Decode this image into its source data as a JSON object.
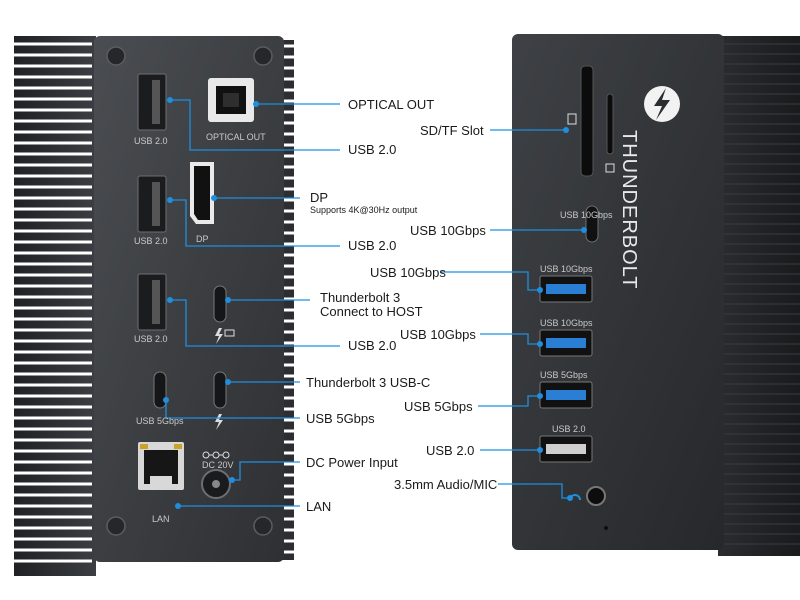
{
  "left_panel": {
    "port_labels": {
      "usb20_a": "USB 2.0",
      "usb20_b": "USB 2.0",
      "usb20_c": "USB 2.0",
      "optical": "OPTICAL OUT",
      "dp": "DP",
      "usb5": "USB 5Gbps",
      "dc": "DC 20V",
      "lan": "LAN"
    },
    "callouts": [
      {
        "id": "optical_out",
        "text": "OPTICAL OUT"
      },
      {
        "id": "usb20_1",
        "text": "USB 2.0"
      },
      {
        "id": "dp",
        "text": "DP"
      },
      {
        "id": "dp_note",
        "text": "Supports 4K@30Hz output"
      },
      {
        "id": "usb20_2",
        "text": "USB 2.0"
      },
      {
        "id": "tb3_host_1",
        "text": "Thunderbolt 3"
      },
      {
        "id": "tb3_host_2",
        "text": "Connect to HOST"
      },
      {
        "id": "usb20_3",
        "text": "USB 2.0"
      },
      {
        "id": "tb3_usbc",
        "text": "Thunderbolt 3 USB-C"
      },
      {
        "id": "usb5",
        "text": "USB 5Gbps"
      },
      {
        "id": "dc_power",
        "text": "DC Power Input"
      },
      {
        "id": "lan",
        "text": "LAN"
      }
    ]
  },
  "right_panel": {
    "brand": "THUNDERBOLT",
    "port_labels": {
      "usb_c": "USB 10Gbps",
      "usb10_a": "USB 10Gbps",
      "usb10_b": "USB 10Gbps",
      "usb5": "USB 5Gbps",
      "usb20": "USB 2.0"
    },
    "callouts": [
      {
        "id": "sd_tf",
        "text": "SD/TF Slot"
      },
      {
        "id": "usb10_c",
        "text": "USB 10Gbps"
      },
      {
        "id": "usb10_1",
        "text": "USB 10Gbps"
      },
      {
        "id": "usb10_2",
        "text": "USB 10Gbps"
      },
      {
        "id": "usb5",
        "text": "USB 5Gbps"
      },
      {
        "id": "usb20",
        "text": "USB 2.0"
      },
      {
        "id": "audio",
        "text": "3.5mm Audio/MIC"
      }
    ]
  },
  "colors": {
    "chassis": "#3a3c3f",
    "fins": "#2b2d30",
    "callout_line": "#1e8fe0",
    "usb3_port": "#2a7fd4"
  }
}
